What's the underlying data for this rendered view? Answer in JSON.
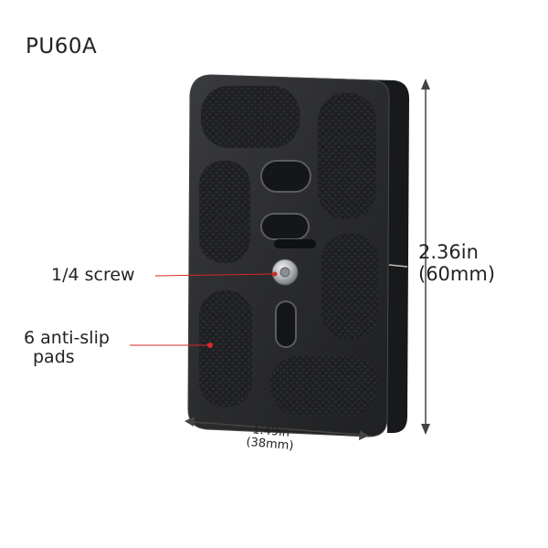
{
  "product": {
    "model": "PU60A"
  },
  "callouts": {
    "screw": "1/4 screw",
    "pads_line1": "6 anti-slip",
    "pads_line2": "pads"
  },
  "dimensions": {
    "height_in": "2.36in",
    "height_mm": "(60mm)",
    "width_in": "1.49in",
    "width_mm": "(38mm)"
  },
  "colors": {
    "plate": "#2b2c2e",
    "plate_edge": "#3d3f42",
    "pad": "#1d1e20",
    "callout_line": "#d62828",
    "dimension_line": "#444444"
  }
}
